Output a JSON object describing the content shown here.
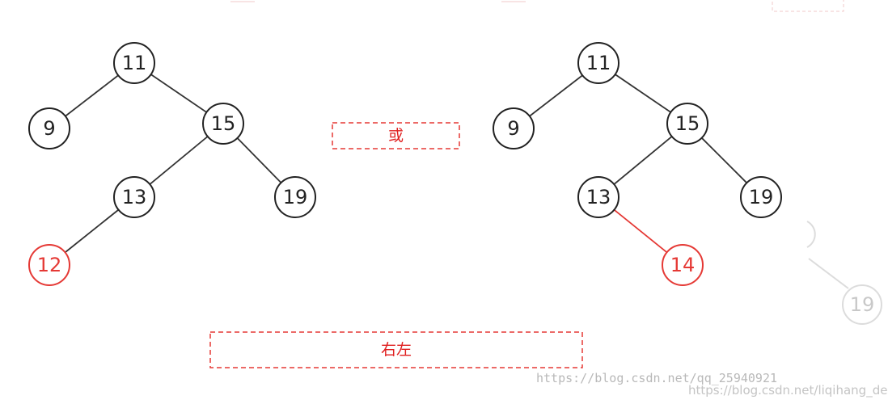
{
  "trees": [
    {
      "nodes": [
        {
          "id": "a11",
          "label": "11",
          "highlight": false
        },
        {
          "id": "a9",
          "label": "9",
          "highlight": false
        },
        {
          "id": "a15",
          "label": "15",
          "highlight": false
        },
        {
          "id": "a13",
          "label": "13",
          "highlight": false
        },
        {
          "id": "a19",
          "label": "19",
          "highlight": false
        },
        {
          "id": "a12",
          "label": "12",
          "highlight": true
        }
      ],
      "edges": [
        {
          "from": "a11",
          "to": "a9",
          "highlight": false
        },
        {
          "from": "a11",
          "to": "a15",
          "highlight": false
        },
        {
          "from": "a15",
          "to": "a13",
          "highlight": false
        },
        {
          "from": "a15",
          "to": "a19",
          "highlight": false
        },
        {
          "from": "a13",
          "to": "a12",
          "highlight": false
        }
      ]
    },
    {
      "nodes": [
        {
          "id": "b11",
          "label": "11",
          "highlight": false
        },
        {
          "id": "b9",
          "label": "9",
          "highlight": false
        },
        {
          "id": "b15",
          "label": "15",
          "highlight": false
        },
        {
          "id": "b13",
          "label": "13",
          "highlight": false
        },
        {
          "id": "b19",
          "label": "19",
          "highlight": false
        },
        {
          "id": "b14",
          "label": "14",
          "highlight": true
        }
      ],
      "edges": [
        {
          "from": "b11",
          "to": "b9",
          "highlight": false
        },
        {
          "from": "b11",
          "to": "b15",
          "highlight": false
        },
        {
          "from": "b15",
          "to": "b13",
          "highlight": false
        },
        {
          "from": "b15",
          "to": "b19",
          "highlight": false
        },
        {
          "from": "b13",
          "to": "b14",
          "highlight": true
        }
      ]
    }
  ],
  "ghost_node": {
    "label": "19"
  },
  "labels": {
    "or": "或",
    "right_left": "右左"
  },
  "watermarks": {
    "main": "https://blog.csdn.net/qq_25940921",
    "secondary": "https://blog.csdn.net/liqihang_dev"
  },
  "colors": {
    "node_stroke": "#222222",
    "highlight": "#e53935",
    "ghost": "#d4d4d4",
    "dashed_box": "#e53935"
  }
}
